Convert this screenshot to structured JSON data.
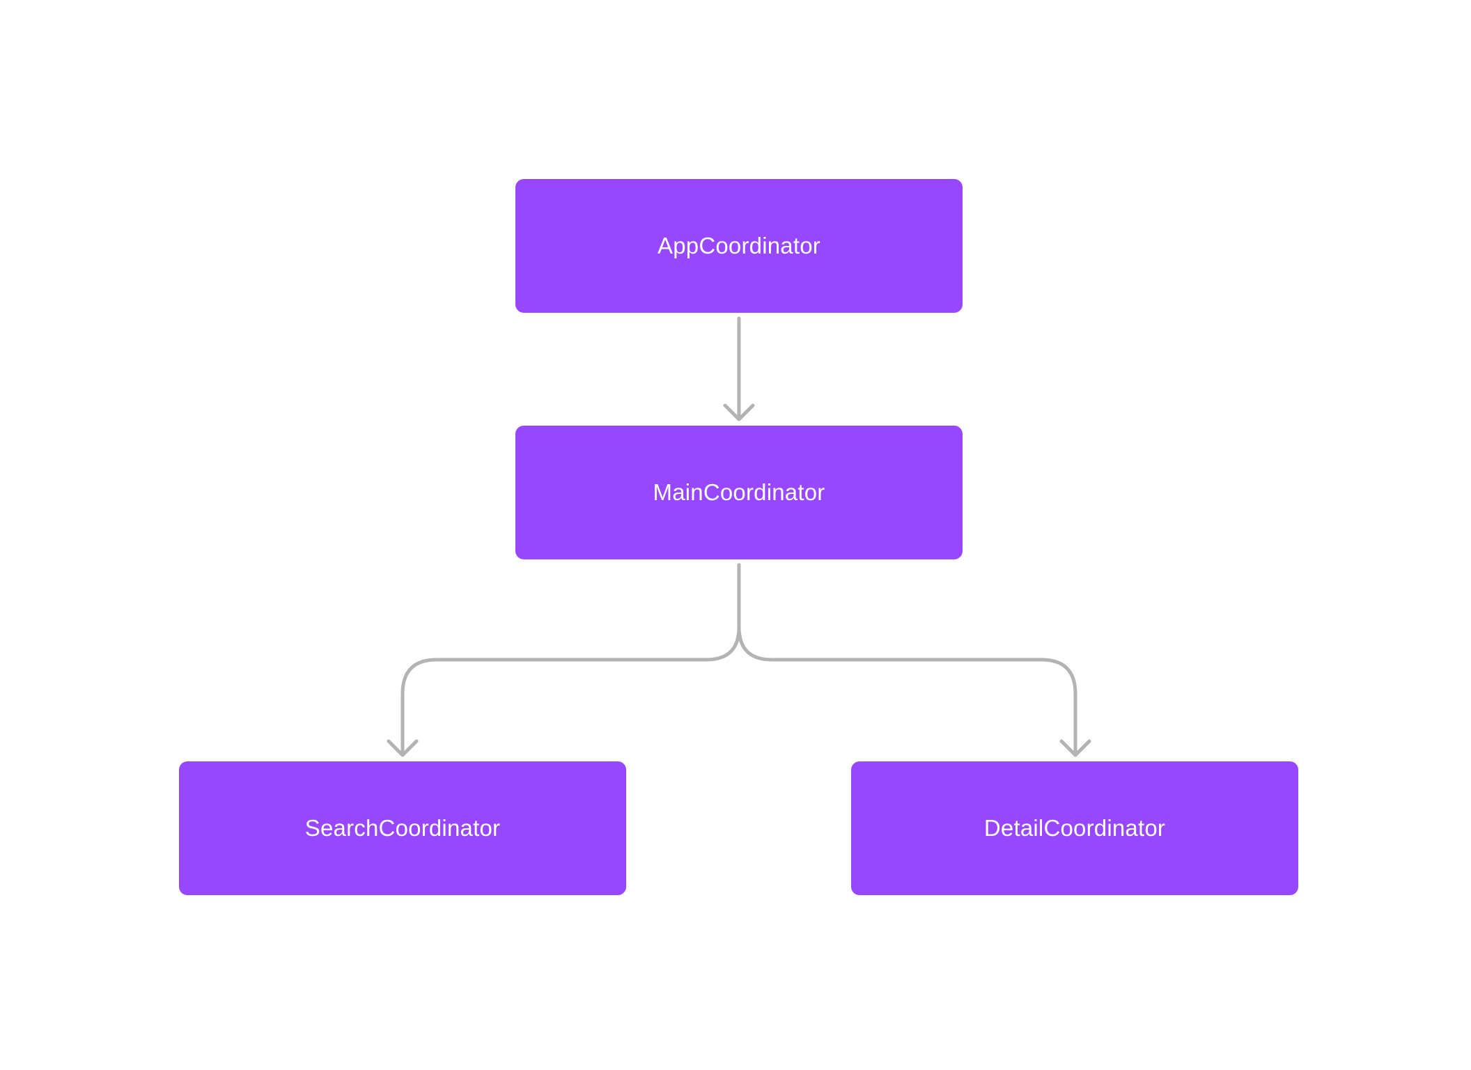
{
  "diagram": {
    "nodes": [
      {
        "id": "app",
        "label": "AppCoordinator"
      },
      {
        "id": "main",
        "label": "MainCoordinator"
      },
      {
        "id": "search",
        "label": "SearchCoordinator"
      },
      {
        "id": "detail",
        "label": "DetailCoordinator"
      }
    ],
    "edges": [
      {
        "from": "app",
        "to": "main"
      },
      {
        "from": "main",
        "to": "search"
      },
      {
        "from": "main",
        "to": "detail"
      }
    ]
  },
  "colors": {
    "node_fill": "#9747FF",
    "node_text": "#FFFFFF",
    "connector": "#B3B3B3",
    "background": "#FFFFFF"
  }
}
